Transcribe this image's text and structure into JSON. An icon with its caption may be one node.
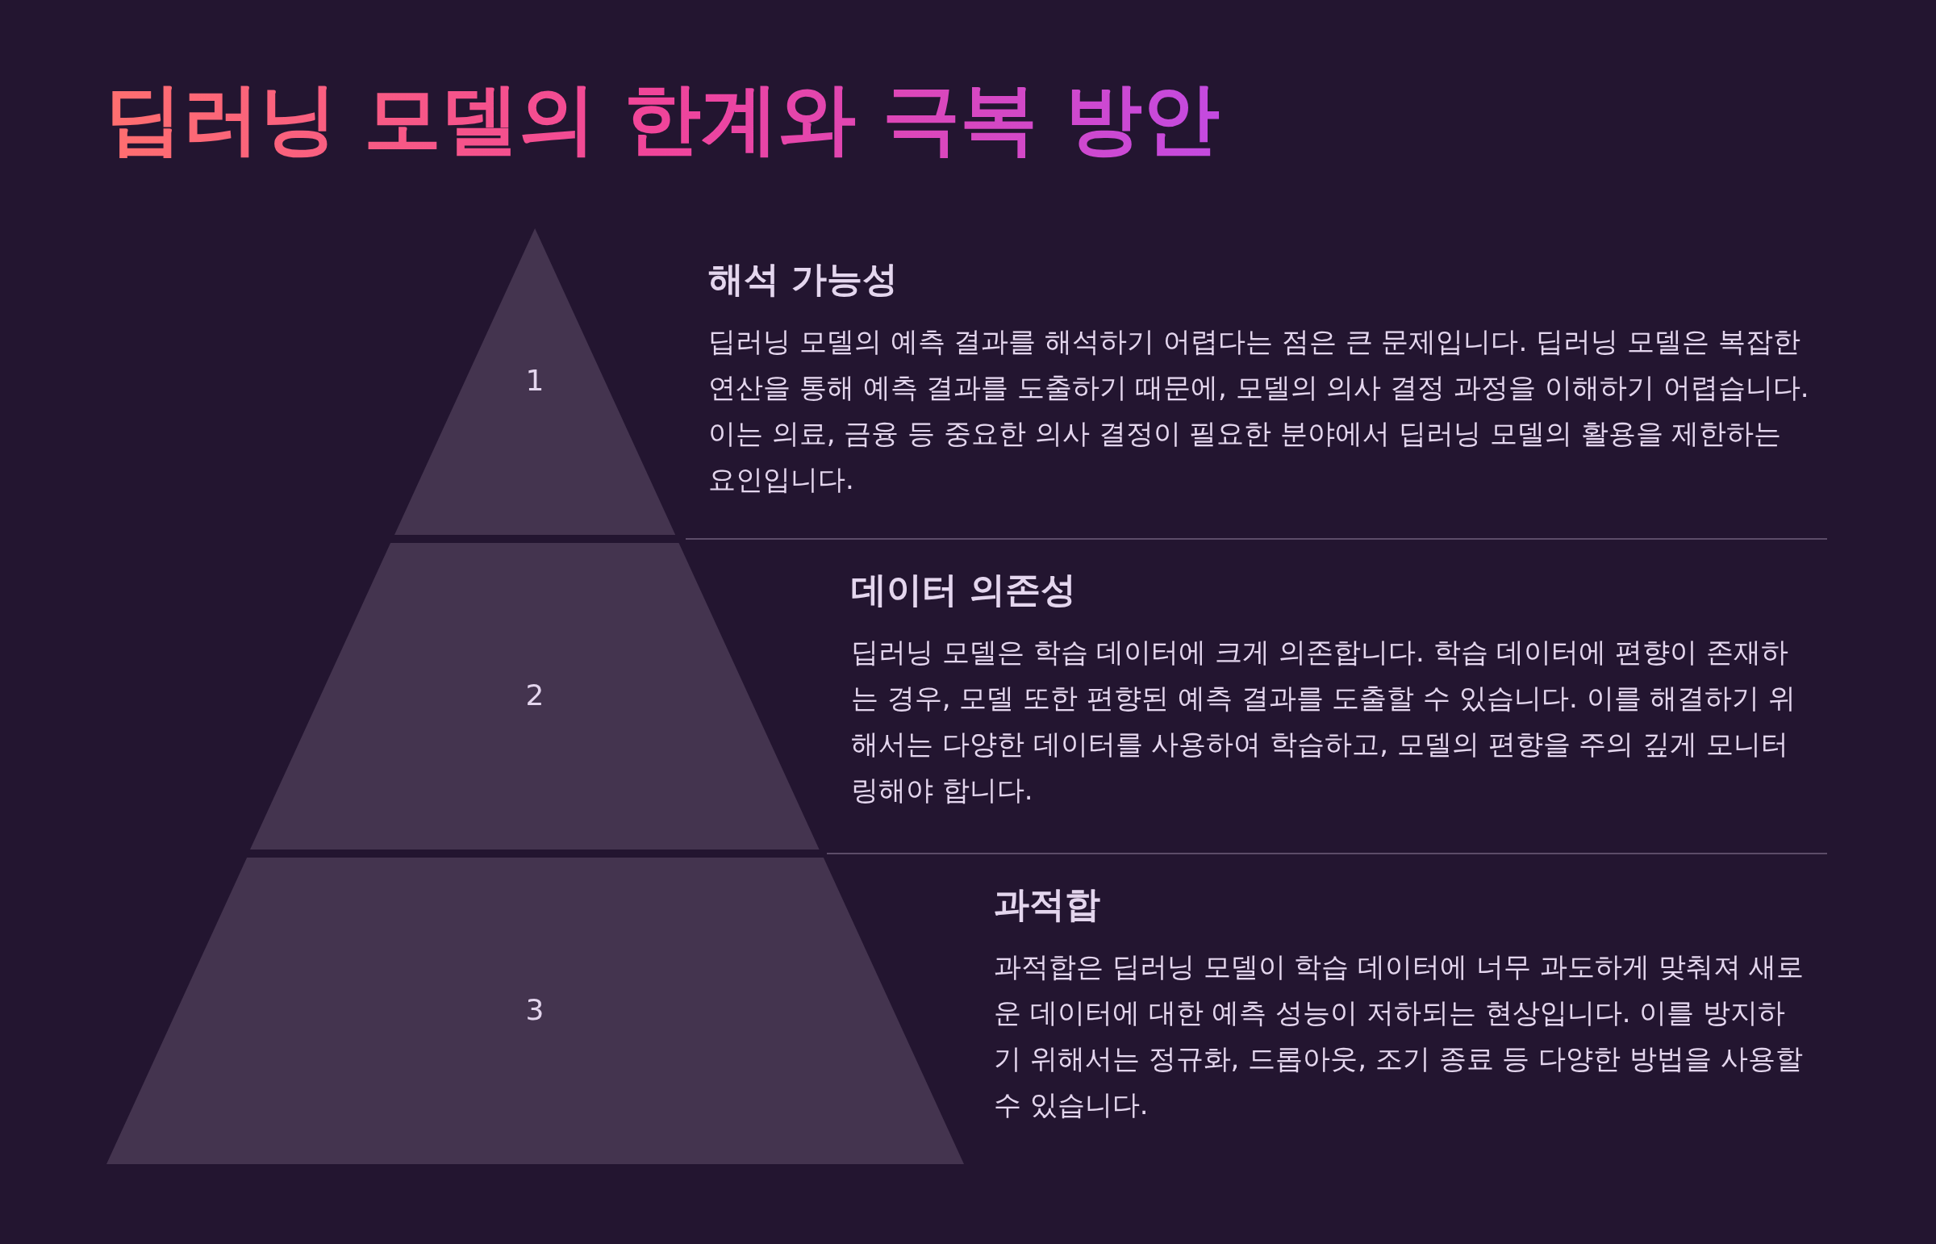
{
  "diagram": {
    "title": "딥러닝 모델의 한계와 극복 방안",
    "nodes": [
      {
        "text": [
          "1"
        ],
        "beside": [
          "해석 가능성",
          "딥러닝 모델의 예측 결과를 해석하기 어렵다는 점은 큰 문제입니다. 딥러닝 모델은 복잡한 연산을 통해 예측 결과를 도출하기 때문에, 모델의 의사 결정 과정을 이해하기 어렵습니다. 이는 의료, 금융 등 중요한 의사 결정이 필요한 분야에서 딥러닝 모델의 활용을 제한하는 요인입니다."
        ]
      },
      {
        "text": [
          "2"
        ],
        "beside": [
          "데이터 의존성",
          "딥러닝 모델은 학습 데이터에 크게 의존합니다. 학습 데이터에 편향이 존재하는 경우, 모델 또한 편향된 예측 결과를 도출할 수 있습니다. 이를 해결하기 위해서는 다양한 데이터를 사용하여 학습하고, 모델의 편향을 주의 깊게 모니터링해야 합니다."
        ]
      },
      {
        "text": [
          "3"
        ],
        "beside": [
          "과적합",
          "과적합은 딥러닝 모델이 학습 데이터에 너무 과도하게 맞춰져 새로운 데이터에 대한 예측 성능이 저하되는 현상입니다. 이를 방지하기 위해서는 정규화, 드롭아웃, 조기 종료 등 다양한 방법을 사용할 수 있습니다."
        ]
      }
    ]
  }
}
